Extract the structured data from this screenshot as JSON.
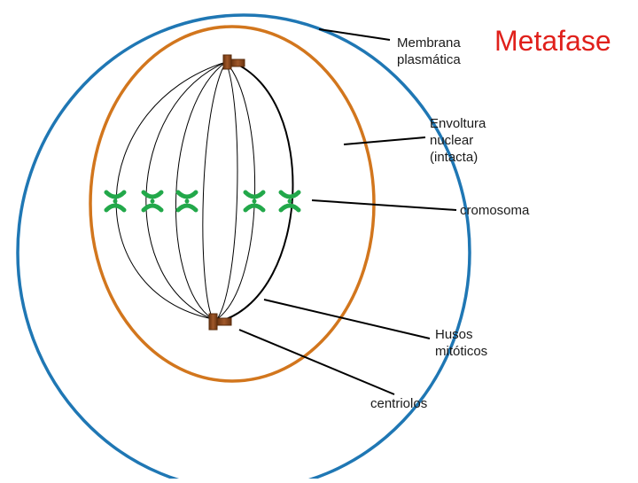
{
  "title": {
    "text": "Metafase",
    "color": "#e0201b"
  },
  "labels": {
    "membrana": [
      "Membrana",
      "plasmática"
    ],
    "envoltura": [
      "Envoltura",
      "nuclear",
      "(intacta)"
    ],
    "cromosoma": "cromosoma",
    "husos": [
      "Husos",
      "mitóticos"
    ],
    "centriolos": "centriolos"
  },
  "colors": {
    "cell_membrane": "#1f77b4",
    "nuclear_envelope": "#d2761d",
    "chromosome": "#22a84a",
    "centriole": "#8b4a1c",
    "spindle": "#000000",
    "pointer": "#000000"
  },
  "chromosome_count": 5,
  "centriole_count": 2
}
